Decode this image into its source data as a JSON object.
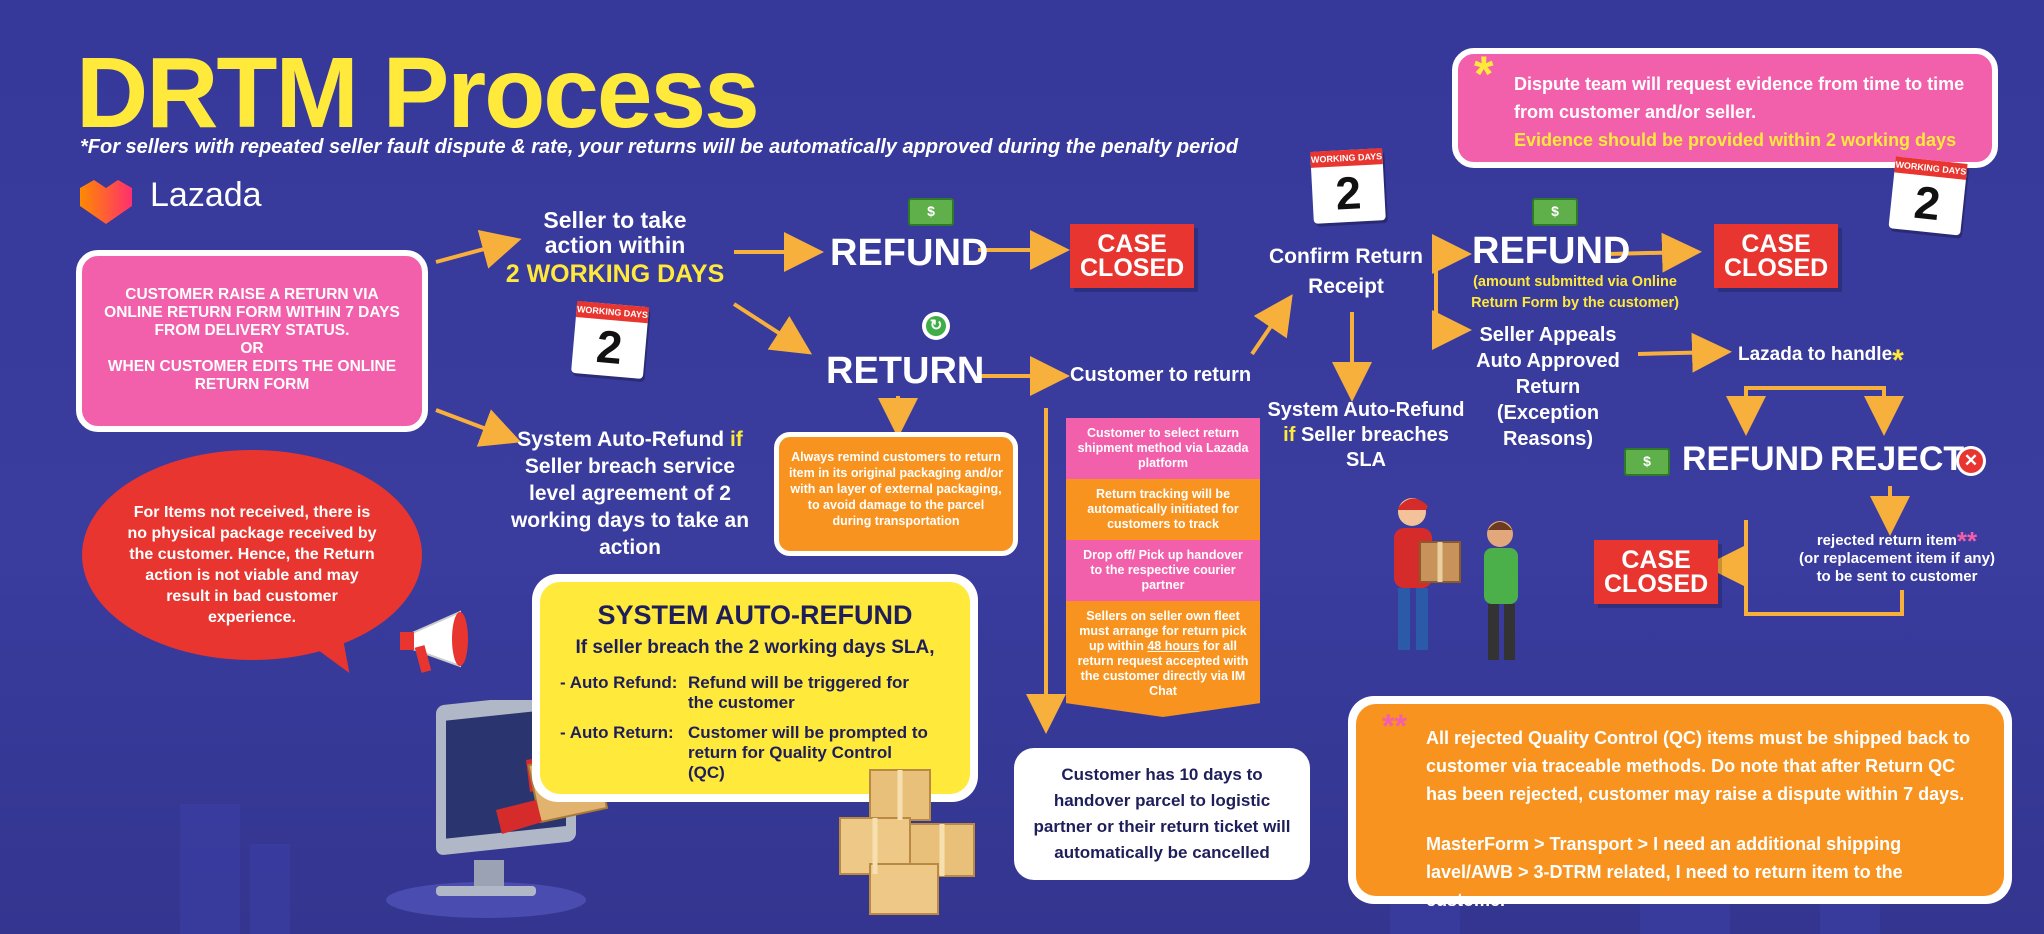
{
  "header": {
    "title": "DRTM Process",
    "subtitle": "*For sellers with repeated seller fault dispute & rate, your returns will be automatically approved during the penalty period",
    "logo_text": "Lazada"
  },
  "start_box": {
    "line1": "CUSTOMER RAISE A RETURN VIA ONLINE RETURN FORM WITHIN 7 DAYS FROM DELIVERY STATUS.",
    "or": "OR",
    "line2": "WHEN CUSTOMER EDITS THE ONLINE RETURN FORM"
  },
  "seller_action": {
    "line1": "Seller to take",
    "line2": "action within",
    "highlight": "2 WORKING DAYS"
  },
  "calendar": {
    "label": "WORKING DAYS",
    "number": "2"
  },
  "money_icon_text": "$",
  "auto_refund_left": {
    "prefix": "System Auto-Refund",
    "if": "if",
    "rest": "Seller breach service level agreement of 2 working days to take an action"
  },
  "refund_label": "REFUND",
  "return_label": "RETURN",
  "case_closed": {
    "line1": "CASE",
    "line2": "CLOSED"
  },
  "reminder_box": "Always remind customers to return item in its original packaging and/or with an layer of external packaging, to avoid damage to the parcel during transportation",
  "customer_to_return": "Customer to return",
  "steps": [
    {
      "text": "Customer to select return shipment method via Lazada platform"
    },
    {
      "text": "Return tracking will be automatically initiated for customers to track"
    },
    {
      "text": "Drop off/ Pick up handover to the respective courier partner"
    },
    {
      "text_a": "Sellers on seller own fleet must arrange for return pick up within ",
      "text_u": "48 hours",
      "text_b": " for all return request accepted with the customer directly via IM Chat"
    }
  ],
  "handover_box": {
    "pre": "Customer has ",
    "bold": "10",
    "post": " days to handover parcel to logistic partner or their return ticket will automatically be cancelled"
  },
  "confirm_receipt": {
    "line1": "Confirm Return",
    "line2": "Receipt"
  },
  "auto_refund_mid": {
    "line1": "System Auto-Refund",
    "if": "if",
    "line2": "Seller breaches",
    "line3": "SLA"
  },
  "refund_amount_note": "(amount submitted via Online Return Form by the customer)",
  "seller_appeals": "Seller Appeals Auto Approved Return (Exception Reasons)",
  "lazada_handle": "Lazada to handle",
  "reject_label": "REJECT",
  "rejected_note": {
    "line1": "rejected return item",
    "line2": "(or replacement item if any)",
    "line3": "to be sent to customer"
  },
  "bubble_text": "For Items not received, there is no physical package received by the customer. Hence, the Return action is not viable and may result in bad customer experience.",
  "system_box": {
    "title": "SYSTEM AUTO-REFUND",
    "sub_pre": "If seller breach the ",
    "sub_bold": "2",
    "sub_post": " working days SLA,",
    "row1_label": "- Auto Refund:",
    "row1_text": "Refund will be triggered for the customer",
    "row2_label": "- Auto Return:",
    "row2_text": "Customer will be prompted to return for Quality Control (QC)"
  },
  "note_top": {
    "star": "*",
    "line1": "Dispute team will request evidence from time to time from customer and/or seller.",
    "line2": "Evidence should be provided within 2 working days"
  },
  "note_bottom": {
    "stars": "**",
    "para1": "All rejected Quality Control (QC) items must be shipped back to customer via traceable methods. Do note that after Return QC has been rejected, customer may raise a dispute within 7 days.",
    "para2": "MasterForm > Transport > I need an additional shipping lavel/AWB > 3-DTRM related, I need to return item to the customer"
  },
  "colors": {
    "background": "#3a3c9e",
    "yellow": "#ffe93b",
    "pink": "#f25faa",
    "orange": "#f7931e",
    "red": "#e8352f",
    "arrow": "#f7b03c"
  }
}
